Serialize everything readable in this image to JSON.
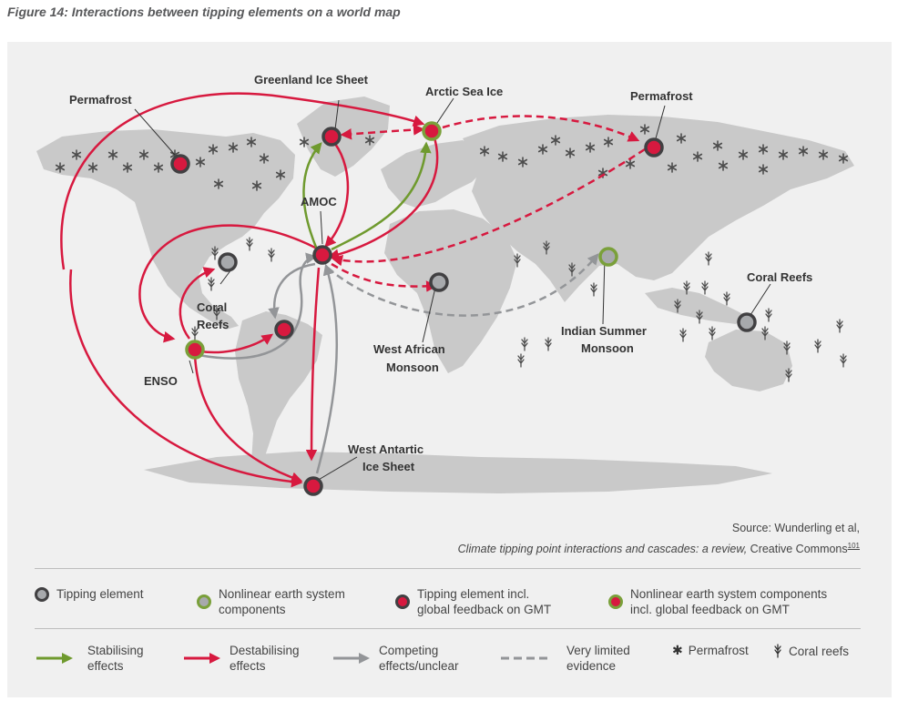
{
  "figure_title": "Figure 14: Interactions between tipping elements on a world map",
  "map_labels": {
    "permafrost_na": "Permafrost",
    "greenland": "Greenland Ice Sheet",
    "arctic_sea_ice": "Arctic Sea Ice",
    "permafrost_siberia": "Permafrost",
    "amoc": "AMOC",
    "coral_reefs_caribbean": [
      "Coral",
      "Reefs"
    ],
    "enso": "ENSO",
    "west_african_monsoon": [
      "West African",
      "Monsoon"
    ],
    "indian_summer_monsoon": [
      "Indian Summer",
      "Monsoon"
    ],
    "coral_reefs_asia": "Coral Reefs",
    "west_antarctic": [
      "West Antartic",
      "Ice Sheet"
    ]
  },
  "source": {
    "line1": "Source: Wunderling et al,",
    "line2_italic": "Climate tipping point interactions and cascades: a review,",
    "line2_tail": " Creative Commons",
    "ref": "101"
  },
  "legend": {
    "elements": [
      {
        "label": [
          "Tipping element"
        ],
        "fill": "#a7a9ac",
        "ring": "#414042"
      },
      {
        "label": [
          "Nonlinear earth system",
          "components"
        ],
        "fill": "#a7a9ac",
        "ring": "#7aa03a"
      },
      {
        "label": [
          "Tipping element incl.",
          "global feedback on GMT"
        ],
        "fill": "#d7193f",
        "ring": "#414042"
      },
      {
        "label": [
          "Nonlinear earth system components",
          "incl. global feedback on GMT"
        ],
        "fill": "#d7193f",
        "ring": "#7aa03a"
      }
    ],
    "arrows": [
      {
        "label": [
          "Stabilising",
          "effects"
        ],
        "color": "#6f9a2e",
        "style": "solid"
      },
      {
        "label": [
          "Destabilising",
          "effects"
        ],
        "color": "#d7193f",
        "style": "solid"
      },
      {
        "label": [
          "Competing",
          "effects/unclear"
        ],
        "color": "#939598",
        "style": "solid"
      },
      {
        "label": [
          "Very limited",
          "evidence"
        ],
        "color": "#939598",
        "style": "dashed"
      }
    ],
    "symbols": [
      {
        "glyph": "✱",
        "label": "Permafrost"
      },
      {
        "glyph": "❦",
        "label": "Coral reefs"
      }
    ]
  },
  "colors": {
    "red": "#d7193f",
    "green": "#6f9a2e",
    "grey_arrow": "#939598",
    "land": "#c9c9c9",
    "node_grey": "#a7a9ac",
    "ring_dark": "#414042",
    "ring_green": "#7aa03a"
  }
}
